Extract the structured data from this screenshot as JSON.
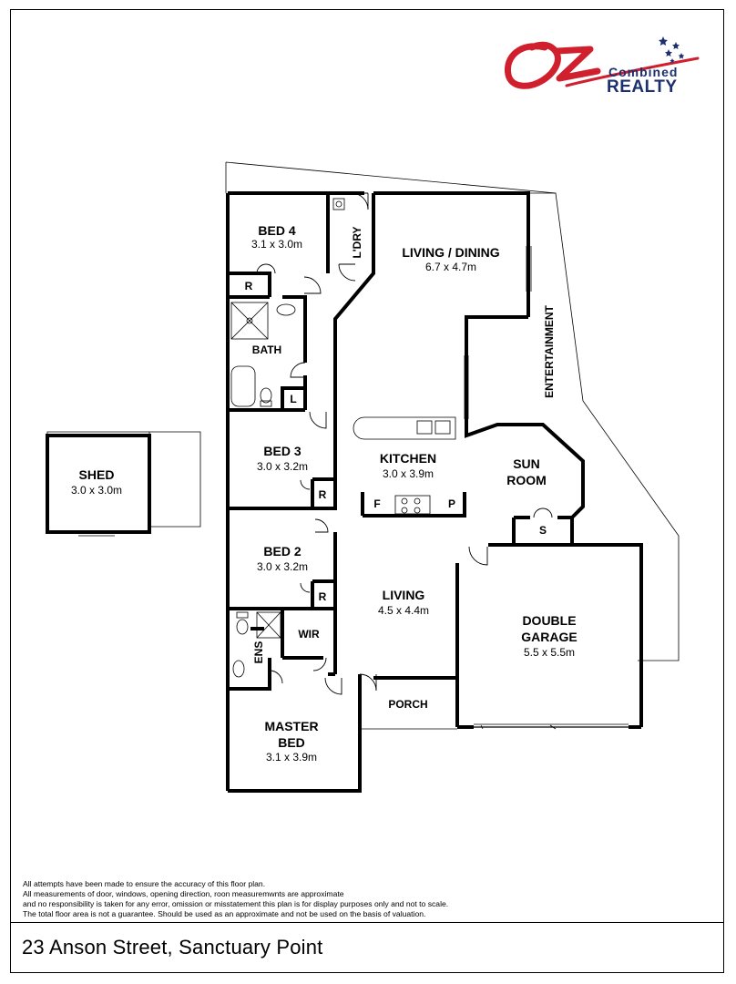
{
  "logo": {
    "mark": "OZ",
    "line1": "Combined",
    "line2": "REALTY",
    "icon": "southern-cross-stars-icon",
    "colors": {
      "mark": "#d0202e",
      "text": "#1c2f6e"
    }
  },
  "rooms": {
    "bed4": {
      "name": "BED 4",
      "size": "3.1 x 3.0m"
    },
    "laundry": {
      "name": "L'DRY"
    },
    "living_dining": {
      "name": "LIVING / DINING",
      "size": "6.7 x 4.7m"
    },
    "robe_bed4": {
      "name": "R"
    },
    "bath": {
      "name": "BATH"
    },
    "linen": {
      "name": "L"
    },
    "entertainment": {
      "name": "ENTERTAINMENT"
    },
    "bed3": {
      "name": "BED 3",
      "size": "3.0 x 3.2m"
    },
    "robe_bed3": {
      "name": "R"
    },
    "kitchen": {
      "name": "KITCHEN",
      "size": "3.0 x 3.9m"
    },
    "fridge": {
      "name": "F"
    },
    "pantry": {
      "name": "P"
    },
    "sun_room": {
      "line1": "SUN",
      "line2": "ROOM"
    },
    "storage": {
      "name": "S"
    },
    "shed": {
      "name": "SHED",
      "size": "3.0 x 3.0m"
    },
    "bed2": {
      "name": "BED 2",
      "size": "3.0 x 3.2m"
    },
    "robe_bed2": {
      "name": "R"
    },
    "living": {
      "name": "LIVING",
      "size": "4.5 x 4.4m"
    },
    "double_garage": {
      "line1": "DOUBLE",
      "line2": "GARAGE",
      "size": "5.5 x 5.5m"
    },
    "ensuite": {
      "name": "ENS"
    },
    "wir": {
      "name": "WIR"
    },
    "porch": {
      "name": "PORCH"
    },
    "master_bed": {
      "line1": "MASTER",
      "line2": "BED",
      "size": "3.1 x 3.9m"
    }
  },
  "disclaimer": [
    "All attempts have been made to ensure the accuracy of this floor plan.",
    "All measurements of door, windows, opening direction, roon measuremwnts are approximate",
    "and no responsibility is taken for any error, omission or misstatement this plan is for display purposes only and not to scale.",
    "The total floor area is not a guarantee. Should be used as an approximate and not be used on the basis of valuation."
  ],
  "address": "23 Anson Street, Sanctuary Point"
}
